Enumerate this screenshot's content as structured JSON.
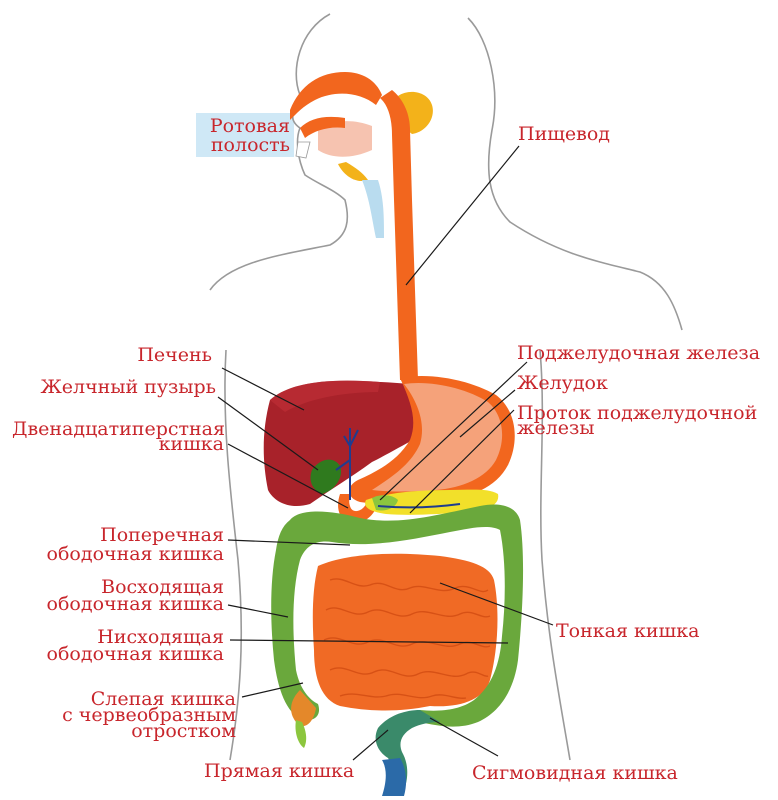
{
  "labels": {
    "mouth": [
      "Ротовая",
      "полость"
    ],
    "esophagus": "Пищевод",
    "liver": "Печень",
    "pancreas": "Поджелудочная железа",
    "gallbladder": "Желчный пузырь",
    "stomach": "Желудок",
    "duodenum": [
      "Двенадцатиперстная",
      "кишка"
    ],
    "pancreatic_duct": [
      "Проток поджелудочной",
      "железы"
    ],
    "transverse_colon": [
      "Поперечная",
      "ободочная кишка"
    ],
    "ascending_colon": [
      "Восходящая",
      "ободочная кишка"
    ],
    "small_intestine": "Тонкая кишка",
    "descending_colon": [
      "Нисходящая",
      "ободочная кишка"
    ],
    "cecum": [
      "Слепая кишка",
      "с червеобразным",
      "отростком"
    ],
    "rectum": "Прямая кишка",
    "sigmoid_colon": "Сигмовидная кишка"
  },
  "colors": {
    "label": "#c8262c",
    "esophagus": "#f2661e",
    "liver": "#a8222a",
    "stomach": "#f5a27a",
    "colon": "#6aa83c",
    "small_intestine": "#f06a25",
    "pancreas": "#f2e02a",
    "rectum": "#2b6aa8",
    "mouth_highlight": "#cfe8f6"
  }
}
